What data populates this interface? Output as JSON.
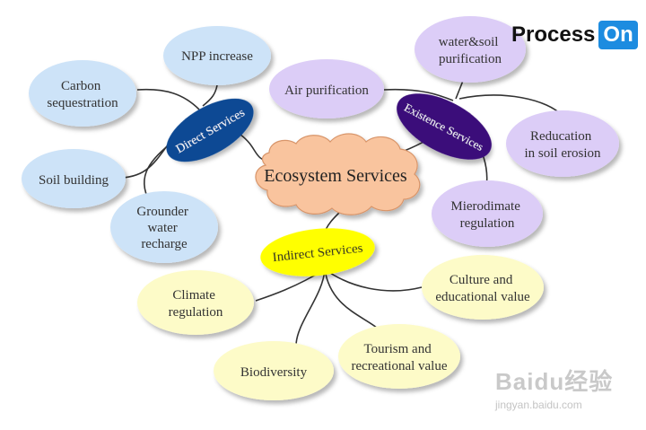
{
  "logo": {
    "text": "Process",
    "badge": "On",
    "badge_color": "#1d8ce0"
  },
  "watermark": {
    "main": "Baidu经验",
    "sub": "jingyan.baidu.com"
  },
  "center": {
    "label": "Ecosystem Services",
    "color": "#f9c49e"
  },
  "branches": {
    "direct": {
      "label": "Direct Services",
      "color": "#0f4a94"
    },
    "existence": {
      "label": "Existence Services",
      "color": "#3a0e7a"
    },
    "indirect": {
      "label": "Indirect Services",
      "color": "#ffff00"
    }
  },
  "nodes": {
    "npp_increase": [
      "NPP  increase"
    ],
    "carbon_sequestration": [
      "Carbon",
      "sequestration"
    ],
    "soil_building": [
      "Soil building"
    ],
    "groundwater_recharge": [
      "Grounder",
      "water",
      "recharge"
    ],
    "air_purification": [
      "Air purification"
    ],
    "water_soil_purification": [
      "water&soil",
      "purification"
    ],
    "reduction_soil_erosion": [
      "Reducation",
      "in soil erosion"
    ],
    "microclimate_regulation": [
      "Mierodimate",
      "regulation"
    ],
    "climate_regulation": [
      "Climate",
      "regulation"
    ],
    "biodiversity": [
      "Biodiversity"
    ],
    "tourism_recreation": [
      "Tourism and",
      "recreational value"
    ],
    "culture_education": [
      "Culture and",
      "educational value"
    ]
  },
  "colors": {
    "direct_leaf": "#cde3f8",
    "existence_leaf": "#dccdf7",
    "indirect_leaf": "#fdfbc8",
    "connector": "#333333"
  }
}
